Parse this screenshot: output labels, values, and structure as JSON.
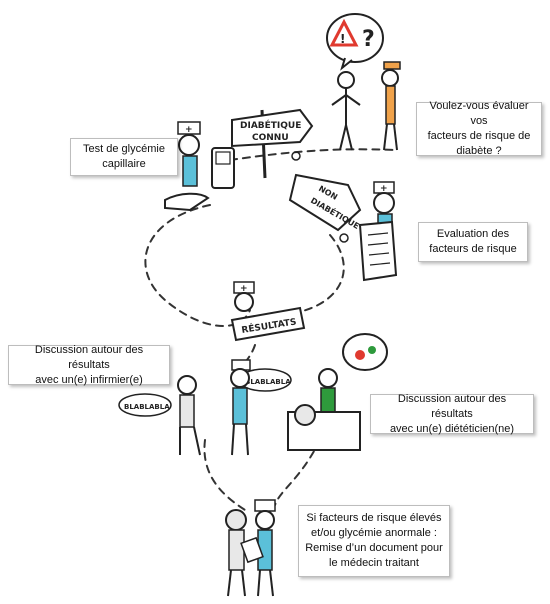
{
  "steps": {
    "evaluate_question": "Voulez-vous évaluer vos\nfacteurs de risque de\ndiabète ?",
    "glucose_test": "Test de glycémie\ncapillaire",
    "risk_evaluation": "Evaluation des\nfacteurs de risque",
    "nurse_discussion": "Discussion autour des résultats\navec un(e) infirmier(e)",
    "dietitian_discussion": "Discussion autour des résultats\navec un(e) diététicien(ne)",
    "referral": "Si facteurs de risque élevés\net/ou glycémie anormale :\nRemise d’un document pour\nle médecin traitant"
  },
  "signs": {
    "known_diabetic": [
      "DIABÉTIQUE",
      "CONNU"
    ],
    "not_diabetic": [
      "NON",
      "DIABÉTIQUE"
    ],
    "results": "RÉSULTATS"
  },
  "speech": {
    "blabla_left": "BLABLABLA",
    "blabla_right": "BLABLABLA",
    "question_marks": "?"
  },
  "colors": {
    "nurse_accent": "#5bc0d9",
    "orange_person": "#f0a24a",
    "dietitian_green": "#2e9a3c",
    "warning_red": "#e03a2f"
  }
}
